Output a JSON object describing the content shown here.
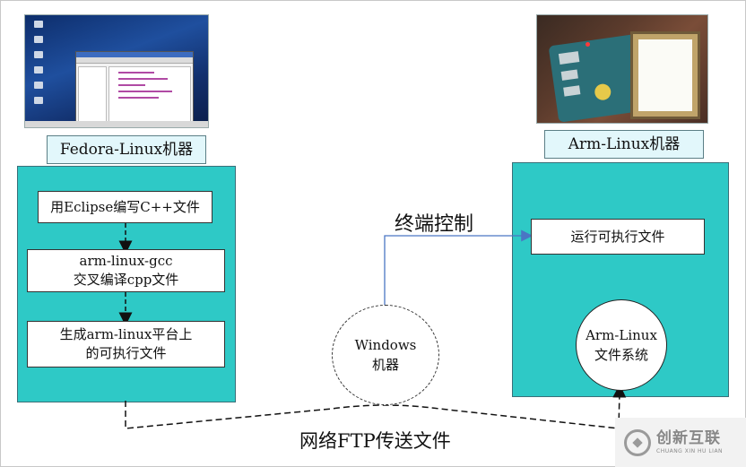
{
  "fedora": {
    "caption": "Fedora-Linux机器",
    "steps": [
      {
        "lines": [
          "用Eclipse编写C++文件"
        ]
      },
      {
        "lines": [
          "arm-linux-gcc",
          "交叉编译cpp文件"
        ]
      },
      {
        "lines": [
          "生成arm-linux平台上",
          "的可执行文件"
        ]
      }
    ]
  },
  "arm": {
    "caption": "Arm-Linux机器",
    "run_step": "运行可执行文件",
    "filesystem": [
      "Arm-Linux",
      "文件系统"
    ]
  },
  "windows": {
    "lines": [
      "Windows",
      "机器"
    ]
  },
  "links": {
    "terminal_label": "终端控制",
    "ftp_label": "网络FTP传送文件"
  },
  "watermark": {
    "brand_cn": "创新互联",
    "brand_en": "CHUANG XIN HU LIAN"
  },
  "colors": {
    "machine_fill": "#2ec9c6",
    "caption_fill": "#e2f7fb",
    "terminal_line": "#4a76c4"
  }
}
